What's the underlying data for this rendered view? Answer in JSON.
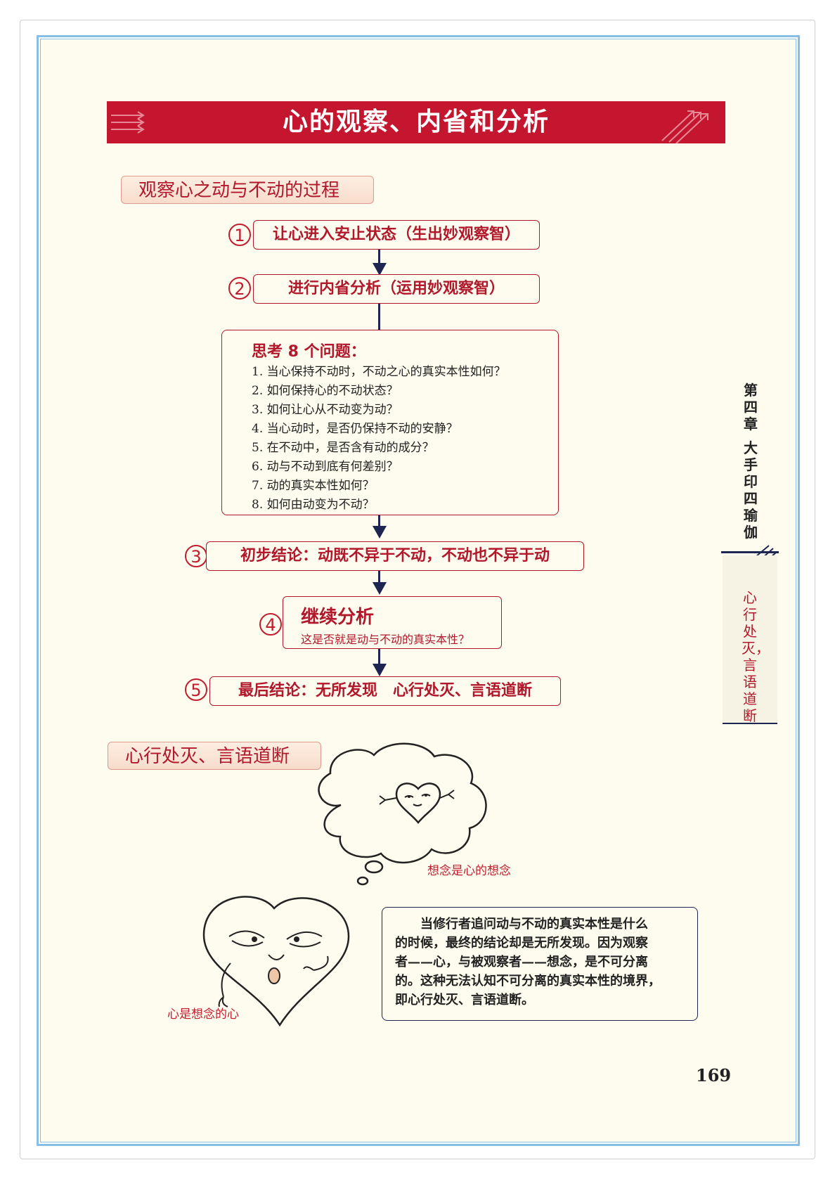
{
  "banner_title": "心的观察、内省和分析",
  "section1_tag": "观察心之动与不动的过程",
  "steps": [
    {
      "num": "1",
      "text": "让心进入安止状态（生出妙观察智）"
    },
    {
      "num": "2",
      "text": "进行内省分析（运用妙观察智）"
    },
    {
      "num": "3",
      "text": "初步结论：动既不异于不动，不动也不异于动"
    },
    {
      "num": "4",
      "title": "继续分析",
      "sub": "这是否就是动与不动的真实本性？"
    },
    {
      "num": "5",
      "text": "最后结论：无所发现　心行处灭、言语道断"
    }
  ],
  "questions_title": "思考 8 个问题：",
  "questions": [
    "1. 当心保持不动时，不动之心的真实本性如何？",
    "2. 如何保持心的不动状态？",
    "3. 如何让心从不动变为动？",
    "4. 当心动时，是否仍保持不动的安静？",
    "5. 在不动中，是否含有动的成分？",
    "6. 动与不动到底有何差别？",
    "7. 动的真实本性如何？",
    "8. 如何由动变为不动？"
  ],
  "section2_tag": "心行处灭、言语道断",
  "caption_thought": "想念是心的想念",
  "caption_heart": "心是想念的心",
  "paragraph": [
    "　　当修行者追问动与不动的真实本性是什么",
    "的时候，最终的结论却是无所发现。因为观察",
    "者——心，与被观察者——想念，是不可分离",
    "的。这种无法认知不可分离的真实本性的境界，",
    "即心行处灭、言语道断。"
  ],
  "side_chapter": "第四章",
  "side_book": "大手印四瑜伽",
  "side_topic": "心行处灭，言语道断",
  "page_number": "169",
  "colors": {
    "accent_red": "#c4172f",
    "arrow_navy": "#1f2551",
    "page_bg": "#fdfcee",
    "frame_blue": "#87bfe4"
  }
}
